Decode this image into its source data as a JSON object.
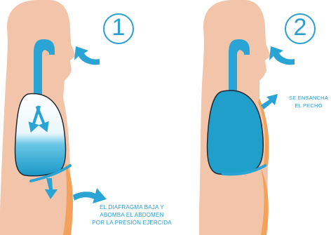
{
  "steps": [
    {
      "number": "1",
      "caption_lines": [
        "EL DIAFRAGMA BAJA Y",
        "ABOMBA EL ABDOMEN",
        "POR LA PRESIÓN EJERCIDA"
      ]
    },
    {
      "number": "2",
      "caption_lines": [
        "SE ENSANCHA",
        "EL PECHO"
      ]
    }
  ],
  "colors": {
    "skin": "#f2c5aa",
    "skin_shade": "#e8b596",
    "belly_orange": "#f4a15c",
    "accent_blue": "#2a9fd0",
    "lung_blue": "#1f9fca",
    "lung_light": "#e8f6fb"
  }
}
